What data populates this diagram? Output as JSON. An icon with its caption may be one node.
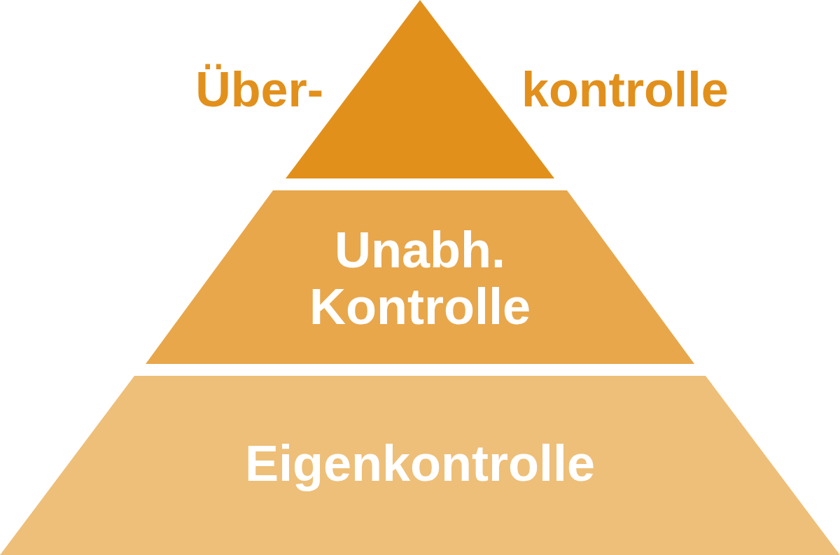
{
  "diagram": {
    "nodes": [
      {
        "text": [],
        "shape": "triangle",
        "beside": [
          "Über-",
          "kontrolle"
        ]
      },
      {
        "text": [
          "Unabh. Kontrolle"
        ]
      },
      {
        "text": [
          "Eigenkontrolle"
        ]
      }
    ]
  }
}
